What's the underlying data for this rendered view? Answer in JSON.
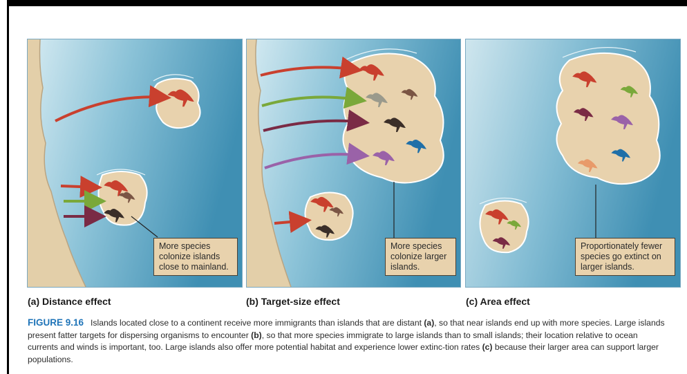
{
  "panels": [
    {
      "label": "(a) Distance effect",
      "note": [
        "More species",
        "colonize islands",
        "close to mainland."
      ]
    },
    {
      "label": "(b) Target-size effect",
      "note": [
        "More species",
        "colonize larger",
        "islands."
      ]
    },
    {
      "label": "(c) Area effect",
      "note": [
        "Proportionately fewer",
        "species go extinct on",
        "larger islands."
      ]
    }
  ],
  "caption": {
    "figure_label": "FIGURE 9.16",
    "parts": [
      "Islands located close to a continent receive more immigrants than islands that are distant ",
      "(a)",
      ", so that near islands end up with more species. Large islands present fatter targets for dispersing organisms to encounter ",
      "(b)",
      ", so that more species immigrate to large islands than to small islands; their location relative to ocean currents and winds is important, too. Large islands also offer more potential habitat and experience lower extinc-tion rates ",
      "(c)",
      " because their larger area can support larger populations."
    ]
  },
  "colors": {
    "ocean_light": "#cfe6ee",
    "ocean_dark": "#4e9bbd",
    "sand": "#e8d2ad",
    "red": "#c9402e",
    "green": "#7aa83a",
    "maroon": "#7a2b45",
    "purple": "#9a62a8",
    "blue": "#1f6fa8",
    "brown": "#7a5544",
    "gray": "#9a9a8c",
    "black": "#3a2e28",
    "orange": "#e89a6a",
    "figure_label": "#1f74b8"
  }
}
